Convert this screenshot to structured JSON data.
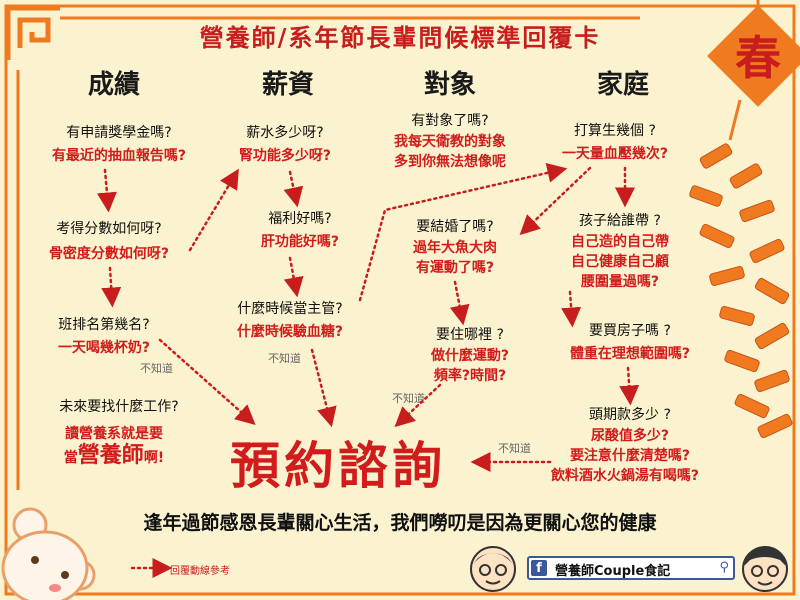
{
  "title": "營養師/系年節長輩問候標準回覆卡",
  "spring_char": "春",
  "columns": {
    "grades": {
      "heading": "成績",
      "q1": "有申請獎學金嗎?",
      "a1": "有最近的抽血報告嗎?",
      "q2": "考得分數如何呀?",
      "a2": "骨密度分數如何呀?",
      "q3": "班排名第幾名?",
      "a3": "一天喝幾杯奶?",
      "q4": "未來要找什麼工作?",
      "a4_line1": "讀營養系就是要",
      "a4_pre": "當",
      "a4_big": "營養師",
      "a4_post": "啊!"
    },
    "salary": {
      "heading": "薪資",
      "q1": "薪水多少呀?",
      "a1": "腎功能多少呀?",
      "q2": "福利好嗎?",
      "a2": "肝功能好嗎?",
      "q3": "什麼時候當主管?",
      "a3": "什麼時候驗血糖?"
    },
    "partner": {
      "heading": "對象",
      "q1": "有對象了嗎?",
      "a1_line1": "我每天衛教的對象",
      "a1_line2": "多到你無法想像呢",
      "q2": "要結婚了嗎?",
      "a2_line1": "過年大魚大肉",
      "a2_line2": "有運動了嗎?",
      "q3": "要住哪裡 ?",
      "a3_line1": "做什麼運動?",
      "a3_line2": "頻率?時間?"
    },
    "family": {
      "heading": "家庭",
      "q1": "打算生幾個 ?",
      "a1": "一天量血壓幾次?",
      "q2": "孩子給誰帶 ?",
      "a2_line1": "自己造的自己帶",
      "a2_line2": "自己健康自己顧",
      "a2_line3": "腰圍量過嗎?",
      "q3": "要買房子嗎 ?",
      "a3": "體重在理想範圍嗎?",
      "q4": "頭期款多少 ?",
      "a4_line1": "尿酸值多少?",
      "a4_line2": "要注意什麼清楚嗎?",
      "a4_line3": "飲料酒水火鍋湯有喝嗎?"
    }
  },
  "dont_know": "不知道",
  "center": "預約諮詢",
  "slogan": "逢年過節感恩長輩關心生活，我們嘮叨是因為更關心您的健康",
  "legend": "回覆動線參考",
  "facebook": {
    "label": "營養師Couple食記",
    "icon": "facebook-icon",
    "search_icon": "search-icon"
  },
  "colors": {
    "accent": "#d21c1c",
    "border": "#f07a1f",
    "background": "#fbf3cf",
    "facebook": "#3b5998"
  }
}
